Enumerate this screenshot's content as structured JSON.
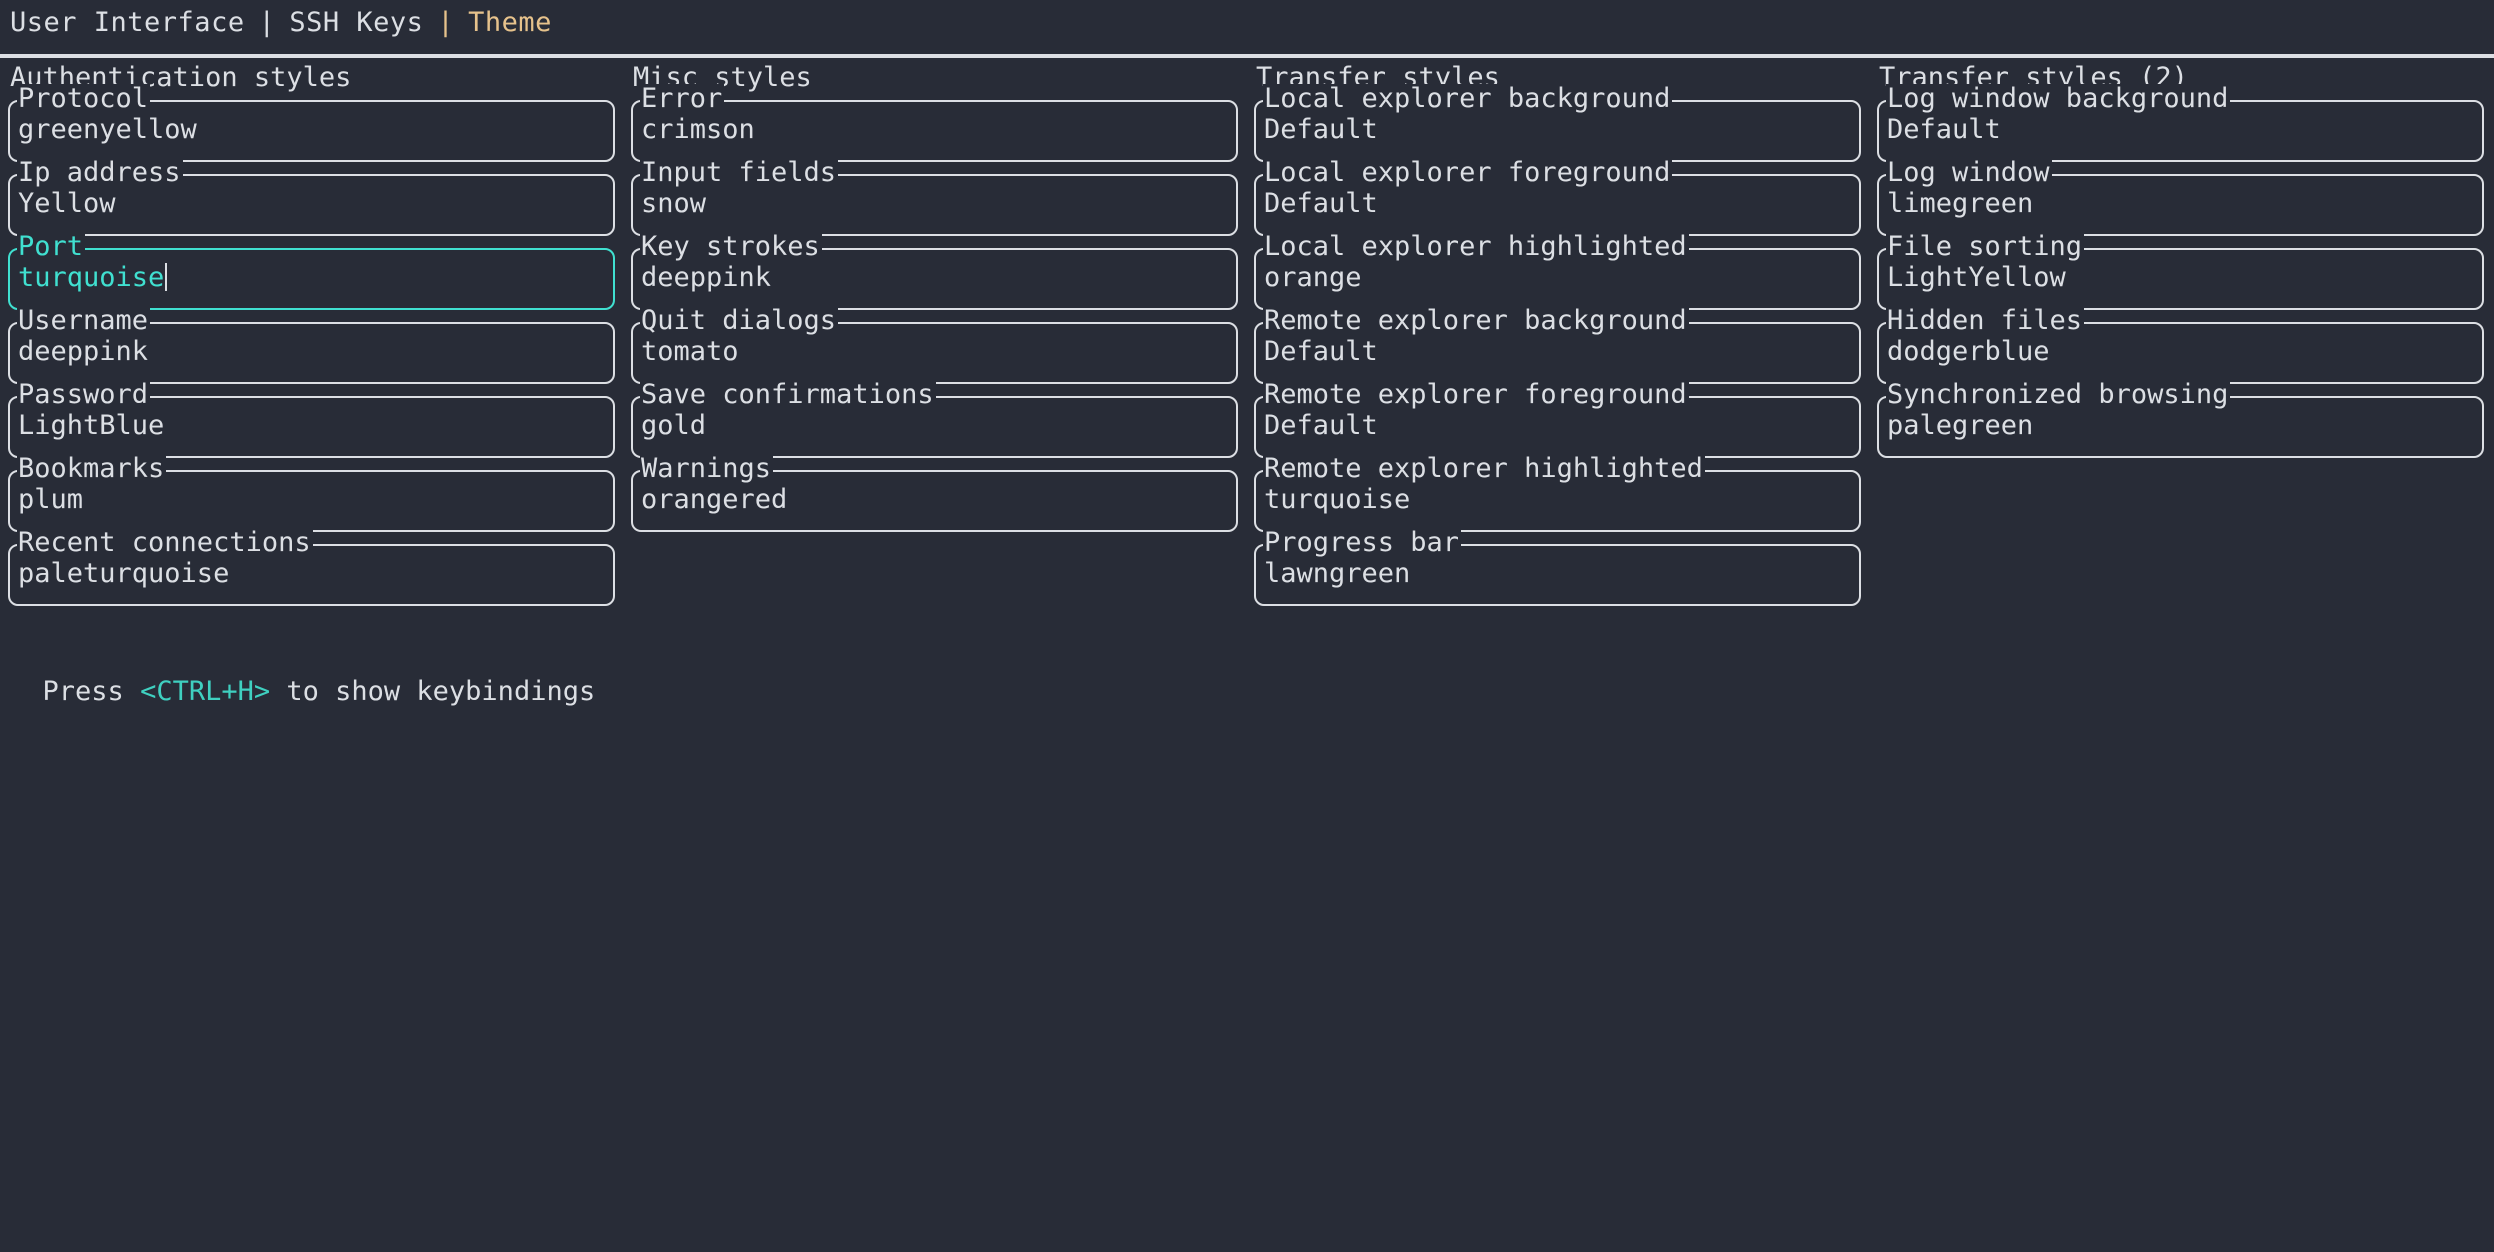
{
  "tabs": [
    {
      "label": "User Interface",
      "active": false
    },
    {
      "label": "SSH Keys",
      "active": false
    },
    {
      "label": "Theme",
      "active": true
    }
  ],
  "tab_separator": "|",
  "colors": {
    "background": "#282c37",
    "foreground": "#dcdfe4",
    "accent_turquoise": "#40e0d0",
    "tab_active": "#e6c28c",
    "key_hint": "#3fd0c0"
  },
  "columns": [
    {
      "title": "Authentication styles",
      "fields": [
        {
          "label": "Protocol",
          "value": "greenyellow",
          "focused": false
        },
        {
          "label": "Ip address",
          "value": "Yellow",
          "focused": false
        },
        {
          "label": "Port",
          "value": "turquoise",
          "focused": true
        },
        {
          "label": "Username",
          "value": "deeppink",
          "focused": false
        },
        {
          "label": "Password",
          "value": "LightBlue",
          "focused": false
        },
        {
          "label": "Bookmarks",
          "value": "plum",
          "focused": false
        },
        {
          "label": "Recent connections",
          "value": "paleturquoise",
          "focused": false
        }
      ]
    },
    {
      "title": "Misc styles",
      "fields": [
        {
          "label": "Error",
          "value": "crimson",
          "focused": false
        },
        {
          "label": "Input fields",
          "value": "snow",
          "focused": false
        },
        {
          "label": "Key strokes",
          "value": "deeppink",
          "focused": false
        },
        {
          "label": "Quit dialogs",
          "value": "tomato",
          "focused": false
        },
        {
          "label": "Save confirmations",
          "value": "gold",
          "focused": false
        },
        {
          "label": "Warnings",
          "value": "orangered",
          "focused": false
        }
      ]
    },
    {
      "title": "Transfer styles",
      "fields": [
        {
          "label": "Local explorer background",
          "value": "Default",
          "focused": false
        },
        {
          "label": "Local explorer foreground",
          "value": "Default",
          "focused": false
        },
        {
          "label": "Local explorer highlighted",
          "value": "orange",
          "focused": false
        },
        {
          "label": "Remote explorer background",
          "value": "Default",
          "focused": false
        },
        {
          "label": "Remote explorer foreground",
          "value": "Default",
          "focused": false
        },
        {
          "label": "Remote explorer highlighted",
          "value": "turquoise",
          "focused": false
        },
        {
          "label": "Progress bar",
          "value": "lawngreen",
          "focused": false
        }
      ]
    },
    {
      "title": "Transfer styles (2)",
      "fields": [
        {
          "label": "Log window background",
          "value": "Default",
          "focused": false
        },
        {
          "label": "Log window",
          "value": "limegreen",
          "focused": false
        },
        {
          "label": "File sorting",
          "value": "LightYellow",
          "focused": false
        },
        {
          "label": "Hidden files",
          "value": "dodgerblue",
          "focused": false
        },
        {
          "label": "Synchronized browsing",
          "value": "palegreen",
          "focused": false
        }
      ]
    }
  ],
  "footer": {
    "prefix": "Press ",
    "key": "<CTRL+H>",
    "suffix": " to show keybindings"
  }
}
